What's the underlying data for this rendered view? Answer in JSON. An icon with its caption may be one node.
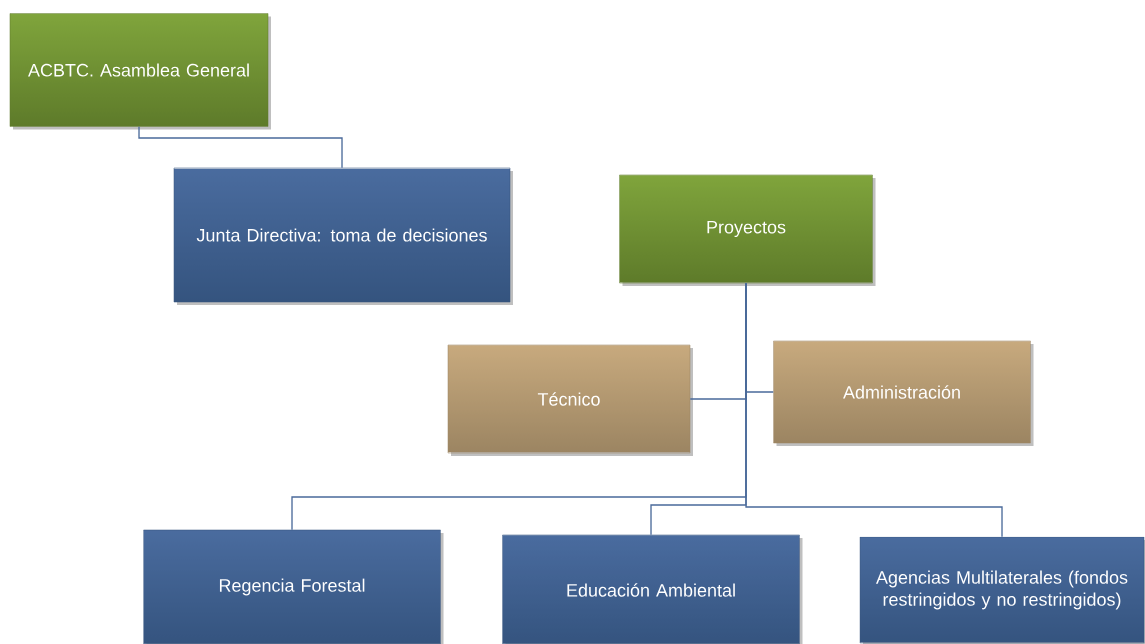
{
  "diagram": {
    "nodes": [
      {
        "text": [
          "ACBTC. Asamblea General"
        ]
      },
      {
        "text": [
          "Junta Directiva: toma de decisiones"
        ]
      },
      {
        "text": [
          "Proyectos"
        ]
      },
      {
        "text": [
          "Técnico"
        ]
      },
      {
        "text": [
          "Administración"
        ]
      },
      {
        "text": [
          "Regencia Forestal"
        ]
      },
      {
        "text": [
          "Educación Ambiental"
        ]
      },
      {
        "text": [
          "Agencias Multilaterales (fondos restringidos y no restringidos)"
        ]
      }
    ],
    "edges": [
      {
        "from": 0,
        "to": 1,
        "arrow": "none"
      },
      {
        "from": 2,
        "to": 3,
        "arrow": "none"
      },
      {
        "from": 2,
        "to": 4,
        "arrow": "none"
      },
      {
        "from": 2,
        "to": 5,
        "arrow": "none"
      },
      {
        "from": 2,
        "to": 6,
        "arrow": "none"
      },
      {
        "from": 2,
        "to": 7,
        "arrow": "none"
      }
    ]
  }
}
